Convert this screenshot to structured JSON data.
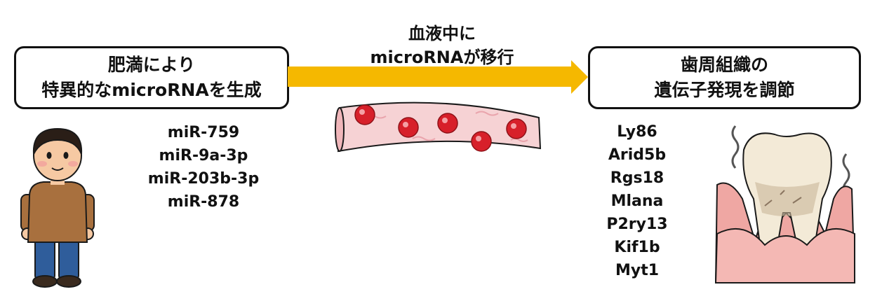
{
  "left_box": {
    "line1": "肥満により",
    "line2": "特異的なmicroRNAを生成"
  },
  "arrow": {
    "line1": "血液中に",
    "line2": "microRNAが移行",
    "color": "#F5B800"
  },
  "right_box": {
    "line1": "歯周組織の",
    "line2": "遺伝子発現を調節"
  },
  "mirnas": [
    "miR-759",
    "miR-9a-3p",
    "miR-203b-3p",
    "miR-878"
  ],
  "genes": [
    "Ly86",
    "Arid5b",
    "Rgs18",
    "Mlana",
    "P2ry13",
    "Kif1b",
    "Myt1"
  ],
  "colors": {
    "blood_cell": "#D7202A",
    "vessel": "#F6D2D4",
    "gum": "#EFA7A3",
    "tooth": "#F3EAD7"
  },
  "icons": [
    "person-illustration",
    "blood-vessel-illustration",
    "periodontal-tooth-illustration"
  ]
}
